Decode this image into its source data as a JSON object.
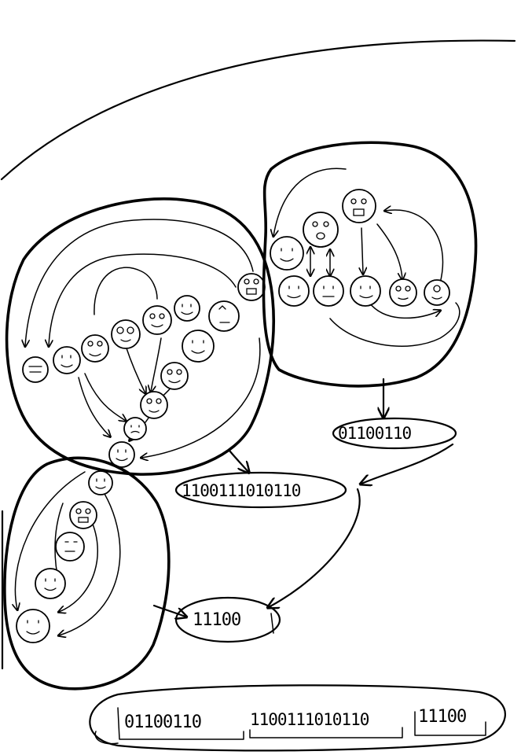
{
  "diagram": {
    "bit_strings": {
      "group_b_code": "01100110",
      "group_a_code": "1100111010110",
      "group_c_code": "11100"
    },
    "combined_sequence": {
      "part_1": "01100110",
      "part_2": "1100111010110",
      "part_3": "11100"
    }
  }
}
